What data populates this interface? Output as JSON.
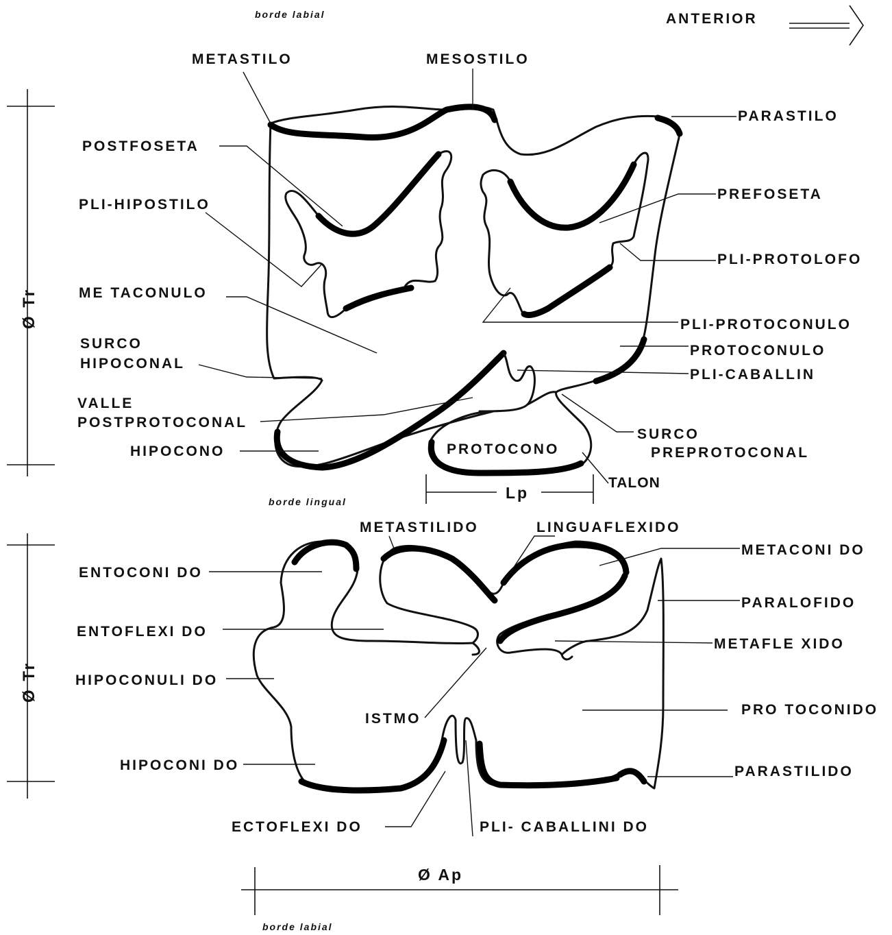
{
  "orientation": {
    "borde_labial_top": "borde labial",
    "borde_lingual": "borde lingual",
    "borde_labial_bottom": "borde labial",
    "anterior": "ANTERIOR"
  },
  "upper_tooth": {
    "labels": {
      "metastilo": "METASTILO",
      "mesostilo": "MESOSTILO",
      "parastilo": "PARASTILO",
      "postfoseta": "POSTFOSETA",
      "prefoseta": "PREFOSETA",
      "pli_hipostilo": "PLI-HIPOSTILO",
      "pli_protolofo": "PLI-PROTOLOFO",
      "metaconulo": "ME TACONULO",
      "pli_protoconulo": "PLI-PROTOCONULO",
      "surco_hipoconal_1": "SURCO",
      "surco_hipoconal_2": "HIPOCONAL",
      "protoconulo": "PROTOCONULO",
      "pli_caballin": "PLI-CABALLIN",
      "valle_1": "VALLE",
      "valle_2": "POSTPROTOCONAL",
      "surco_pre_1": "SURCO",
      "surco_pre_2": "PREPROTOCONAL",
      "hipocono": "HIPOCONO",
      "protocono": "PROTOCONO",
      "talon": "TALON"
    },
    "dimensions": {
      "transverse": "Ø Tr",
      "protocone_length": "Lp"
    }
  },
  "lower_tooth": {
    "labels": {
      "metastilido": "METASTILIDO",
      "linguaflexido": "LINGUAFLEXIDO",
      "metaconido": "METACONI DO",
      "entoconido": "ENTOCONI DO",
      "paralofido": "PARALOFIDO",
      "entoflexido": "ENTOFLEXI DO",
      "metaflexido": "METAFLE XIDO",
      "hipoconulido": "HIPOCONULI DO",
      "istmo": "ISTMO",
      "protoconido": "PRO TOCONIDO",
      "hipoconido": "HIPOCONI DO",
      "parastilido": "PARASTILIDO",
      "ectoflexido": "ECTOFLEXI DO",
      "pli_caballinido": "PLI- CABALLINI DO"
    },
    "dimensions": {
      "transverse": "Ø Tr",
      "anteroposterior": "Ø Ap"
    }
  }
}
